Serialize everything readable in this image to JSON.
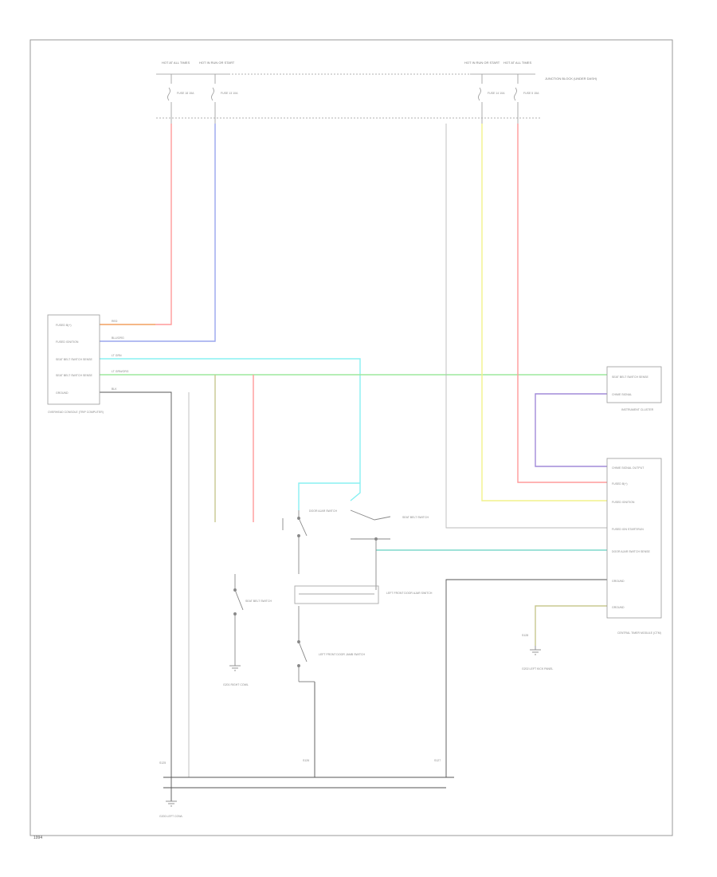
{
  "diagram": {
    "top_left_fuse_labels": [
      "HOT AT ALL TIMES",
      "HOT IN RUN OR START"
    ],
    "top_right_fuse_labels": [
      "HOT IN RUN OR START",
      "HOT AT ALL TIMES"
    ],
    "fuse_box_label": "JUNCTION BLOCK (UNDER DASH)",
    "fuses": [
      "FUSE 18 15A",
      "FUSE 13 10A",
      "FUSE 14 10A",
      "FUSE 5 15A"
    ],
    "left_module": {
      "title": "OVERHEAD CONSOLE (TRIP COMPUTER)",
      "pins": [
        "FUSED B(+)",
        "FUSED IGNITION",
        "SEAT BELT SWITCH SENSE",
        "SEAT BELT SWITCH SENSE",
        "GROUND"
      ],
      "wire_codes": [
        "RED",
        "BLU/ORG",
        "LT GRN",
        "LT GRN/ORG",
        "BLK"
      ]
    },
    "right_connector": {
      "title": "INSTRUMENT CLUSTER",
      "pins": [
        "SEAT BELT SWITCH SENSE",
        "CHIME SIGNAL"
      ]
    },
    "right_module": {
      "title": "CENTRAL TIMER MODULE (CTM)",
      "pins": [
        "CHIME SIGNAL OUTPUT",
        "FUSED B(+)",
        "FUSED IGNITION",
        "FUSED IGN START/RUN",
        "DOOR AJAR SWITCH SENSE",
        "GROUND",
        "GROUND"
      ]
    },
    "switches": [
      "SEAT BELT SWITCH",
      "DOOR AJAR SWITCH",
      "LEFT FRONT DOOR AJAR SWITCH",
      "SEAT BELT SWITCH",
      "LEFT FRONT DOOR JAMB SWITCH"
    ],
    "grounds": [
      "G200 LEFT COWL",
      "G201 RIGHT COWL",
      "G202 LEFT KICK PANEL"
    ],
    "splice_labels": [
      "S125",
      "S126",
      "S127",
      "S128"
    ],
    "wire_colors": {
      "red": "#ff9a9a",
      "blue": "#9aa6ee",
      "cyan": "#88f0f2",
      "green": "#9ee89e",
      "yellow": "#f2f28a",
      "purple": "#a28ad8",
      "orange": "#f2b070",
      "teal": "#7fd8cc",
      "olive": "#c8c890",
      "gray": "#bbbbbb",
      "black": "#555555"
    },
    "footer_code": "1994"
  }
}
